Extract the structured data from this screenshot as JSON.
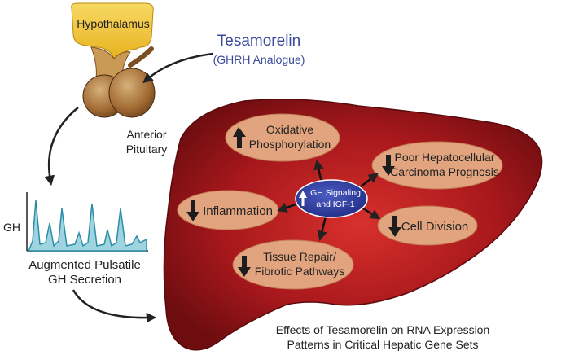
{
  "hypothalamus": "Hypothalamus",
  "drug": {
    "name": "Tesamorelin",
    "subtitle": "(GHRH Analogue)"
  },
  "pituitary": {
    "line1": "Anterior",
    "line2": "Pituitary"
  },
  "gh_axis_label": "GH",
  "secretion": {
    "line1": "Augmented Pulsatile",
    "line2": "GH Secretion"
  },
  "center": {
    "line1": "GH Signaling",
    "line2": "and IGF-1"
  },
  "effects": [
    {
      "line1": "Oxidative",
      "line2": "Phosphorylation",
      "direction": "up"
    },
    {
      "line1": "Poor Hepatocellular",
      "line2": "Carcinoma Prognosis",
      "direction": "down"
    },
    {
      "line1": "Inflammation",
      "direction": "down"
    },
    {
      "line1": "Cell Division",
      "direction": "down"
    },
    {
      "line1": "Tissue Repair/",
      "line2": "Fibrotic Pathways",
      "direction": "down"
    }
  ],
  "caption": {
    "line1": "Effects of Tesamorelin on RNA Expression",
    "line2": "Patterns in Critical Hepatic Gene Sets"
  },
  "colors": {
    "hypothalamus": "#f2c531",
    "drug_text": "#3a4a9c",
    "liver": "#a8181c",
    "oval": "#e2a47e",
    "center": "#2d3b9e",
    "pulse_fill": "#9fd3df",
    "pulse_stroke": "#2b8ea8"
  }
}
